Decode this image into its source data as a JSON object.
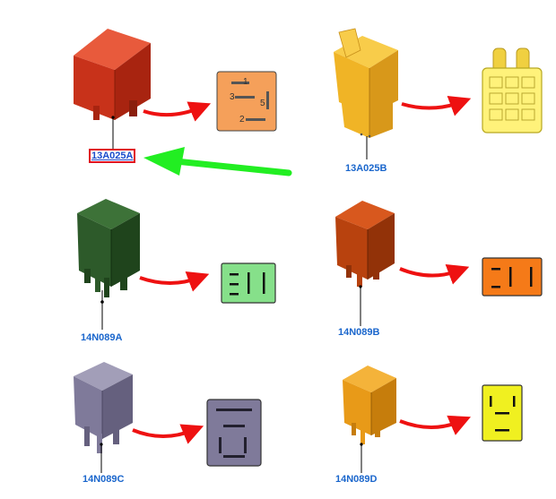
{
  "relays": [
    {
      "label": "13A025A",
      "highlighted": true,
      "body_color": "#c8321a",
      "pinout_color": "#f5a05a",
      "pin_numbers": [
        "1",
        "3",
        "5",
        "2"
      ]
    },
    {
      "label": "13A025B",
      "highlighted": false,
      "body_color": "#f0b426",
      "pinout_color": "#fff27a",
      "pin_numbers": []
    },
    {
      "label": "14N089A",
      "highlighted": false,
      "body_color": "#2d5a2a",
      "pinout_color": "#86e08a",
      "pin_numbers": []
    },
    {
      "label": "14N089B",
      "highlighted": false,
      "body_color": "#b8420e",
      "pinout_color": "#f57a18",
      "pin_numbers": []
    },
    {
      "label": "14N089C",
      "highlighted": false,
      "body_color": "#7f7a9a",
      "pinout_color": "#7f7a9a",
      "pin_numbers": []
    },
    {
      "label": "14N089D",
      "highlighted": false,
      "body_color": "#e89a18",
      "pinout_color": "#f0f020",
      "pin_numbers": []
    }
  ],
  "colors": {
    "arrow_red": "#ee1111",
    "pointer_green": "#22ee22",
    "label_blue": "#1a66cc",
    "highlight_border": "#e01020"
  }
}
